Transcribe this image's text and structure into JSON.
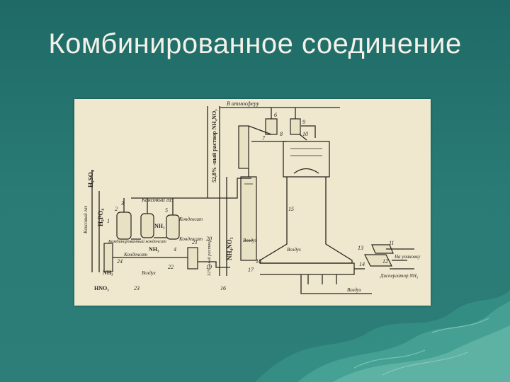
{
  "slide": {
    "title": "Комбинированное соединение"
  },
  "diagram": {
    "labels": {
      "to_atmosphere": "В атмосферу",
      "nitrate_solution": "52,8% -ный раствор NH₄NO₃",
      "h2so4": "H₂SO₄",
      "coke_gas_left": "Коксовый газ",
      "h3po4": "H₃PO₄",
      "coke_gas_top": "Коксовый газ",
      "nh3_mid": "NH₃",
      "condensate_1": "Конденсат",
      "condensate_2": "Конденсат",
      "combined_condensate": "Комбинированный конденсат",
      "condensate_3": "Конденсат",
      "nh3_low": "NH₃",
      "nh3_left": "NH₃",
      "hno3": "HNO₃",
      "air_left": "Воздух",
      "nh4no3": "NH₄NO₃",
      "air_column": "Воздух",
      "air_right": "Воздух",
      "air_bottom": "Воздух",
      "to_packaging": "На упаковку",
      "dispersant": "Диспергатор NH₃",
      "solution_label": "32% -ный раствор"
    },
    "numbers": [
      "1",
      "2",
      "3",
      "4",
      "5",
      "6",
      "7",
      "8",
      "9",
      "10",
      "11",
      "12",
      "13",
      "14",
      "15",
      "16",
      "17",
      "18",
      "19",
      "20",
      "21",
      "22",
      "23",
      "24"
    ]
  }
}
